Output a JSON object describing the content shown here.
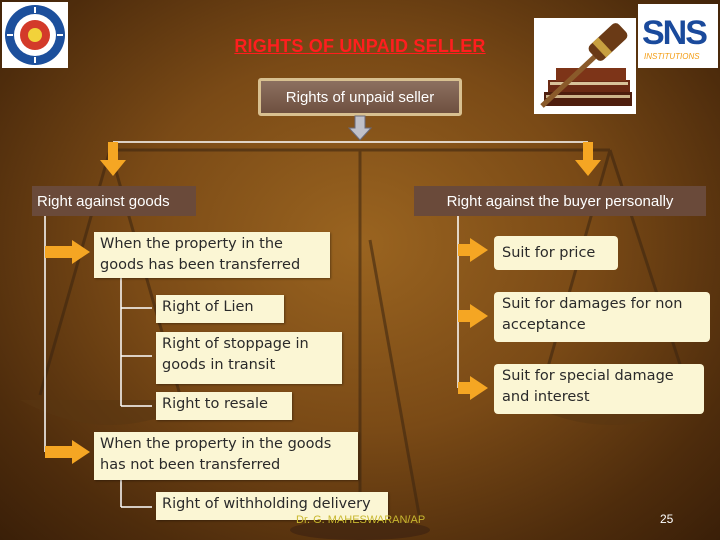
{
  "title": "RIGHTS OF UNPAID SELLER",
  "root": "Rights of unpaid seller",
  "left_head": "Right against goods",
  "right_head": "Right against the buyer personally",
  "left_items": {
    "transferred": "When the property in the goods has been transferred",
    "lien": "Right of Lien",
    "stoppage": "Right of stoppage in goods in transit",
    "resale": "Right to resale",
    "not_transferred": "When the property in the goods has not been transferred",
    "withholding": "Right of withholding delivery"
  },
  "right_items": {
    "price": "Suit for price",
    "damages": "Suit for damages for non acceptance",
    "special": "Suit for special damage and  interest"
  },
  "logo_text": "SNS",
  "logo_sub": "INSTITUTIONS",
  "footer": "Dr. G. MAHESWARAN/AP",
  "page_number": "25",
  "colors": {
    "title": "#ff1e1e",
    "arrow": "#f5a623",
    "box": "#fbf6d4",
    "header": "#6a4a3a"
  }
}
